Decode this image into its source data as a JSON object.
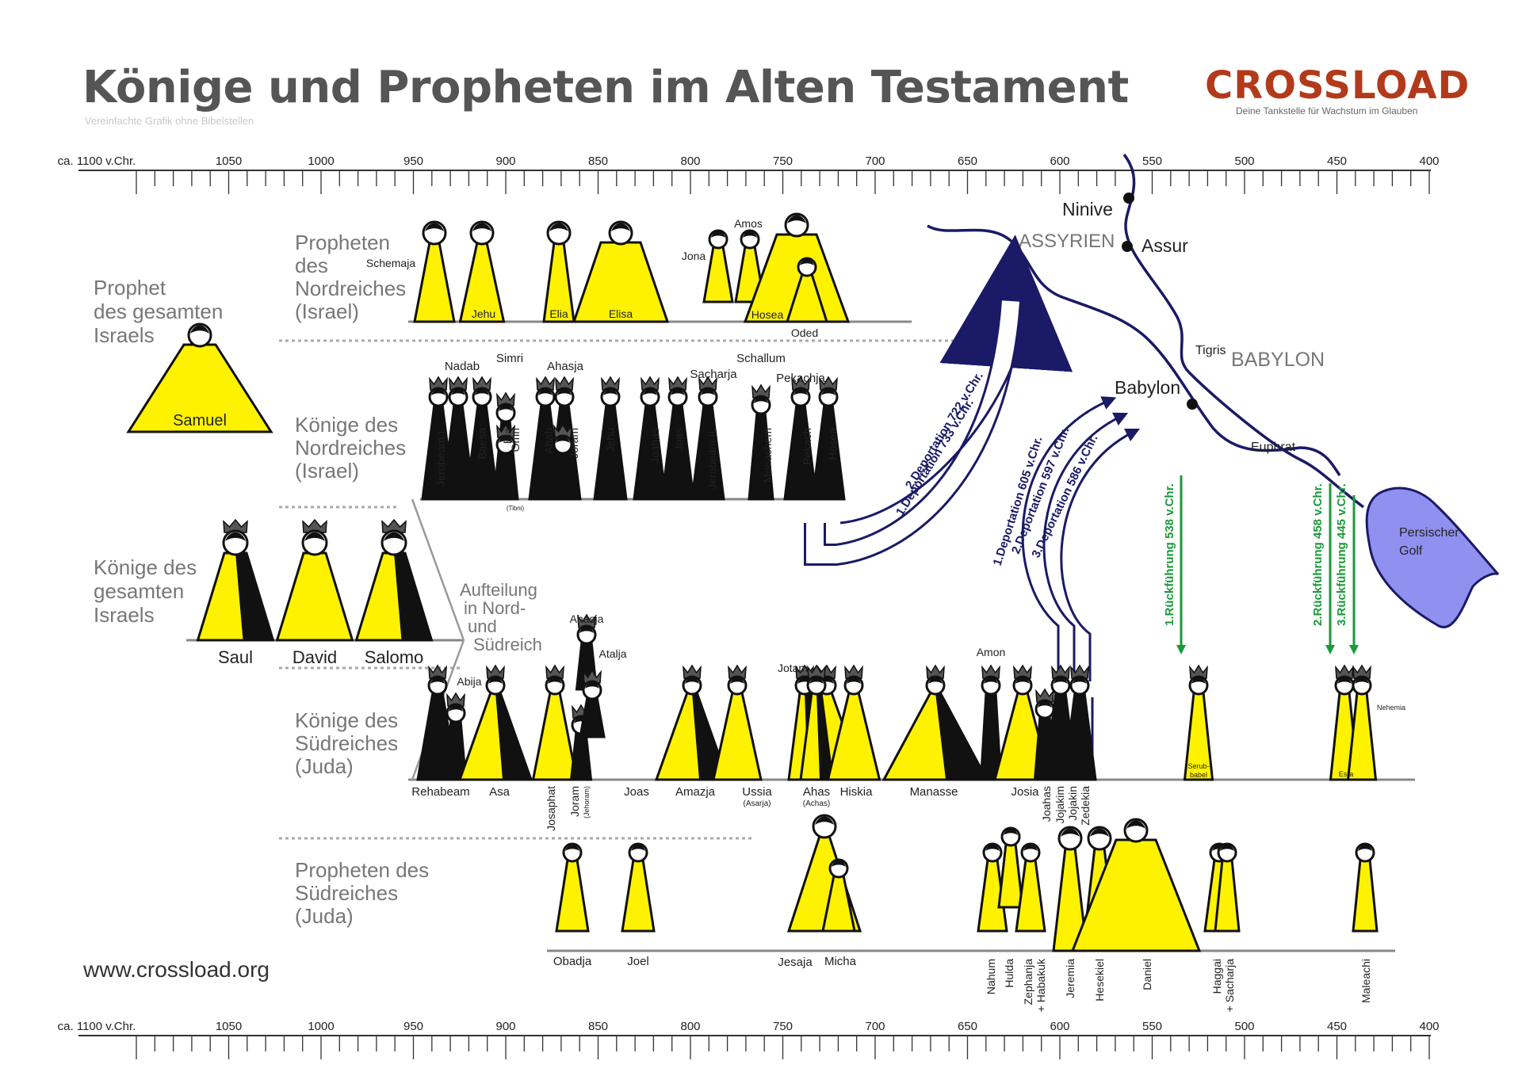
{
  "header": {
    "title": "Könige und Propheten im Alten Testament",
    "subtitle": "Vereinfachte Grafik ohne Bibelstellen",
    "logo": "CROSSLOAD",
    "tagline": "Deine Tankstelle für Wachstum im Glauben",
    "website": "www.crossload.org"
  },
  "colors": {
    "yellow": "#fff200",
    "black": "#111111",
    "river": "#1a1a66",
    "arrow_blue": "#1a1a66",
    "arrow_green": "#1a9a3a",
    "gulf": "#9090f0",
    "logo": "#b23a1a"
  },
  "timeline": {
    "ticks": [
      "ca. 1100 v.Chr.",
      "1050",
      "1000",
      "950",
      "900",
      "850",
      "800",
      "750",
      "700",
      "650",
      "600",
      "550",
      "500",
      "450",
      "400"
    ]
  },
  "groups": {
    "prophet_all": [
      "Prophet",
      "des gesamten",
      "Israels"
    ],
    "prophets_north": [
      "Propheten",
      "des",
      "Nordreiches",
      "(Israel)"
    ],
    "kings_north": [
      "Könige des",
      "Nordreiches",
      "(Israel)"
    ],
    "kings_all": [
      "Könige des",
      "gesamten",
      "Israels"
    ],
    "split": [
      "Aufteilung",
      "in Nord-",
      "und",
      "Südreich"
    ],
    "kings_south": [
      "Könige des",
      "Südreiches",
      "(Juda)"
    ],
    "prophets_south": [
      "Propheten des",
      "Südreiches",
      "(Juda)"
    ]
  },
  "names": {
    "samuel": "Samuel",
    "saul": "Saul",
    "david": "David",
    "salomo": "Salomo",
    "schemaja": "Schemaja",
    "jehu_p": "Jehu",
    "elia": "Elia",
    "elisa": "Elisa",
    "jona": "Jona",
    "amos": "Amos",
    "hosea_p": "Hosea",
    "oded": "Oded",
    "nadab": "Nadab",
    "simri": "Simri",
    "ahasja_n": "Ahasja",
    "schallum": "Schallum",
    "sacharja_k": "Sacharja",
    "pekachja": "Pekachja",
    "jerobeam1": "Jerobeam I.",
    "baesa": "Baesa",
    "ela": "Ela",
    "omri": "Omri",
    "tibni": "(Tibni)",
    "ahab": "Ahab",
    "joram_n": "Joram",
    "jehu_k": "Jehu",
    "joahas_n": "Joahas",
    "joas_n": "Joas",
    "jerobeam2": "Jerobeam II.",
    "menachem": "Menachem",
    "pekach": "Pekach",
    "hosea_k": "Hosea",
    "abija": "Abija",
    "ahasja_s": "Ahasja",
    "atalja": "Atalja",
    "jotam": "Jotam",
    "amon": "Amon",
    "rehabeam": "Rehabeam",
    "asa": "Asa",
    "josaphat": "Josaphat",
    "joram_s": "Joram",
    "jehoram": "(Jehoram)",
    "joas_s": "Joas",
    "amazja": "Amazja",
    "ussia": "Ussia",
    "asarja": "(Asarja)",
    "ahas": "Ahas",
    "achas": "(Achas)",
    "hiskia": "Hiskia",
    "manasse": "Manasse",
    "josia": "Josia",
    "joahas_s": "Joahas",
    "jojakim": "Jojakim",
    "jojakin": "Jojakin",
    "zedekia": "Zedekia",
    "serubbabel_a": "Serub-",
    "serubbabel_b": "babel",
    "esra": "Esra",
    "nehemia": "Nehemia",
    "obadja": "Obadja",
    "joel": "Joel",
    "jesaja": "Jesaja",
    "micha": "Micha",
    "nahum": "Nahum",
    "hulda": "Hulda",
    "zephanja": "Zephanja",
    "habakuk": "+ Habakuk",
    "jeremia": "Jeremia",
    "hesekiel": "Hesekiel",
    "daniel": "Daniel",
    "haggai": "Haggai",
    "sacharja_p": "+ Sacharja",
    "maleachi": "Maleachi"
  },
  "map": {
    "ninive": "Ninive",
    "assyrien": "ASSYRIEN",
    "assur": "Assur",
    "tigris": "Tigris",
    "babylon_region": "BABYLON",
    "babylon_city": "Babylon",
    "euphrat": "Euphrat",
    "gulf_a": "Persischer",
    "gulf_b": "Golf"
  },
  "arrows": {
    "dep_north_2": "2.Deportation 722 v.Chr.",
    "dep_north_1": "1.Deportation 733 v.Chr.",
    "dep_south_1": "1.Deportation 605 v.Chr.",
    "dep_south_2": "2.Deportation 597 v.Chr.",
    "dep_south_3": "3.Deportation 586 v.Chr.",
    "ret_1": "1.Rückführung 538 v.Chr.",
    "ret_2": "2.Rückführung 458 v.Chr.",
    "ret_3": "3.Rückführung 445 v.Chr."
  }
}
